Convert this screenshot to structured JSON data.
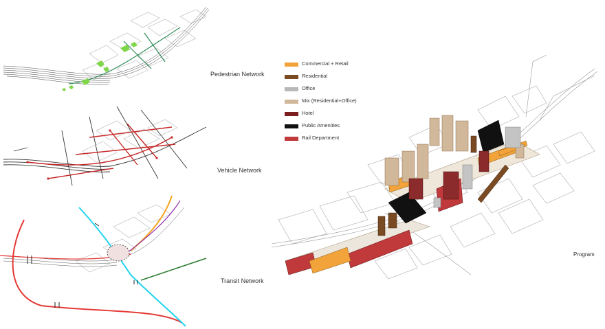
{
  "panels": {
    "pedestrian": {
      "label": "Pedestrian Network"
    },
    "vehicle": {
      "label": "Vehicle Network"
    },
    "transit": {
      "label": "Transit Network"
    },
    "program": {
      "label": "Program"
    }
  },
  "legend": {
    "items": [
      {
        "label": "Commercial + Retail",
        "color": "#f2a33a"
      },
      {
        "label": "Residential",
        "color": "#7a4a22"
      },
      {
        "label": "Office",
        "color": "#b8b8b8"
      },
      {
        "label": "Mix (Residential+Office)",
        "color": "#d2b89a"
      },
      {
        "label": "Hotel",
        "color": "#7b1e1e"
      },
      {
        "label": "Public Amenities",
        "color": "#111111"
      },
      {
        "label": "Rail Department",
        "color": "#c0393b"
      }
    ]
  },
  "colors": {
    "pedestrian_green": "#7fd64a",
    "vehicle_red": "#c62828",
    "transit_red": "#e53935",
    "transit_cyan": "#22d3ee",
    "transit_green": "#2e7d32",
    "transit_orange": "#f5a623",
    "transit_purple": "#8e24aa",
    "outline_gray": "#bdbdbd"
  }
}
